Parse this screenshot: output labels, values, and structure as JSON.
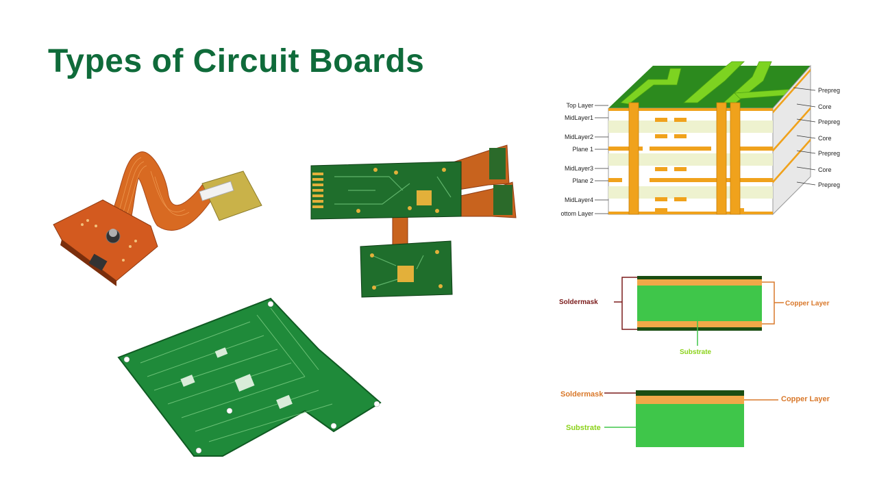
{
  "slide": {
    "title": "Types of Circuit Boards"
  },
  "colors": {
    "title_green": "#0f6b3a",
    "pcb_dark_green": "#1f6e2c",
    "pcb_bright_green": "#3fc64a",
    "lime_trace": "#7dd321",
    "copper_orange": "#f0a21c",
    "flex_orange": "#c8631e",
    "soldermask_label": "#7a1a1a",
    "copper_label": "#d9782a",
    "substrate_label": "#8bd21a"
  },
  "multilayer_diagram": {
    "left_labels": [
      "Top Layer",
      "MidLayer1",
      "MidLayer2",
      "Plane 1",
      "MidLayer3",
      "Plane 2",
      "MidLayer4",
      "Bottom Layer"
    ],
    "right_labels": [
      "Prepreg",
      "Core",
      "Prepreg",
      "Core",
      "Prepreg",
      "Core",
      "Prepreg"
    ]
  },
  "double_layer_diagram": {
    "soldermask_label": "Soldermask",
    "copper_label": "Copper Layer",
    "substrate_label": "Substrate"
  },
  "single_layer_diagram": {
    "soldermask_label": "Soldermask",
    "copper_label": "Copper Layer",
    "substrate_label": "Substrate"
  },
  "photos": [
    {
      "icon": "flex-pcb-photo"
    },
    {
      "icon": "rigid-flex-pcb-photo"
    },
    {
      "icon": "rigid-pcb-photo"
    }
  ]
}
